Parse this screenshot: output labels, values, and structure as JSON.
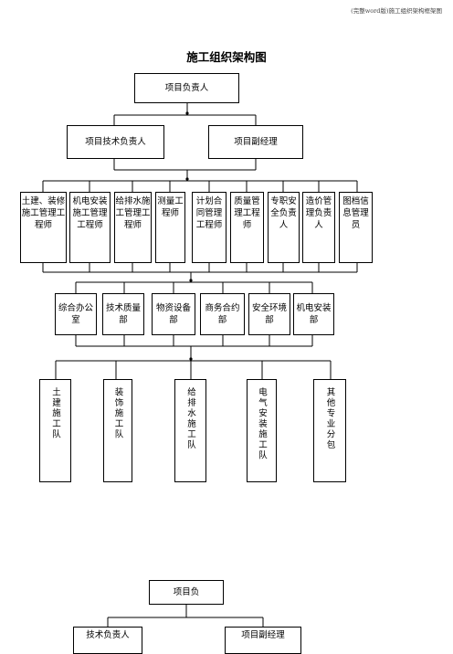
{
  "header_note": "(完整word版)施工组织架构框架图",
  "title": "施工组织架构图",
  "level1": {
    "manager": "项目负责人"
  },
  "level2": {
    "tech_lead": "项目技术负责人",
    "deputy": "项目副经理"
  },
  "engineers": [
    "土建、装修施工管理工程师",
    "机电安装施工管理工程师",
    "给排水施工管理工程师",
    "测量工程师",
    "计划合同管理工程师",
    "质量管理工程师",
    "专职安全负责人",
    "造价管理负责人",
    "图档信息管理员"
  ],
  "departments": [
    "综合办公室",
    "技术质量部",
    "物资设备部",
    "商务合约部",
    "安全环境部",
    "机电安装部"
  ],
  "teams": [
    "土建施工队",
    "装饰施工队",
    "给排水施工队",
    "电气安装施工队",
    "其他专业分包"
  ],
  "second_chart": {
    "manager": "项目负",
    "tech_lead": "技术负责人",
    "deputy": "项目副经理"
  }
}
